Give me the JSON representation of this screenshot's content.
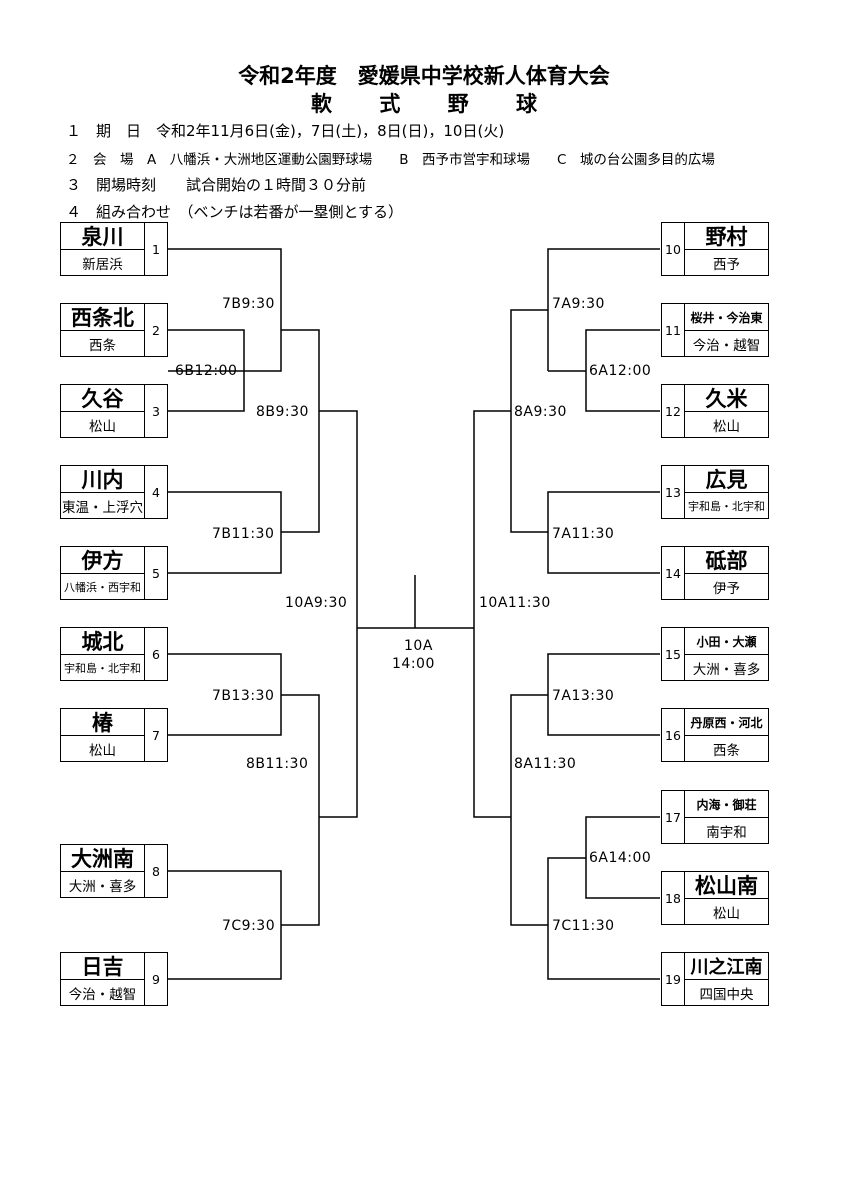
{
  "header": {
    "title": "令和2年度　愛媛県中学校新人体育大会",
    "subtitle": "軟 式 野 球"
  },
  "info": {
    "line1": "１　期　日　令和2年11月6日(金)，7日(土)，8日(日)，10日(火)",
    "line2": "２　会　場　A　八幡浜・大洲地区運動公園野球場　　B　西予市営宇和球場　　C　城の台公園多目的広場",
    "line3": "３　開場時刻　　試合開始の１時間３０分前",
    "line4": "４　組み合わせ　（ベンチは若番が一塁側とする）"
  },
  "left_teams": [
    {
      "name": "泉川",
      "region": "新居浜",
      "no": "1"
    },
    {
      "name": "西条北",
      "region": "西条",
      "no": "2"
    },
    {
      "name": "久谷",
      "region": "松山",
      "no": "3"
    },
    {
      "name": "川内",
      "region": "東温・上浮穴",
      "no": "4"
    },
    {
      "name": "伊方",
      "region": "八幡浜・西宇和",
      "no": "5"
    },
    {
      "name": "城北",
      "region": "宇和島・北宇和",
      "no": "6"
    },
    {
      "name": "椿",
      "region": "松山",
      "no": "7"
    },
    {
      "name": "大洲南",
      "region": "大洲・喜多",
      "no": "8"
    },
    {
      "name": "日吉",
      "region": "今治・越智",
      "no": "9"
    }
  ],
  "right_teams": [
    {
      "name": "野村",
      "region": "西予",
      "no": "10"
    },
    {
      "name": "桜井・今治東",
      "region": "今治・越智",
      "no": "11"
    },
    {
      "name": "久米",
      "region": "松山",
      "no": "12"
    },
    {
      "name": "広見",
      "region": "宇和島・北宇和",
      "no": "13"
    },
    {
      "name": "砥部",
      "region": "伊予",
      "no": "14"
    },
    {
      "name": "小田・大瀬",
      "region": "大洲・喜多",
      "no": "15"
    },
    {
      "name": "丹原西・河北",
      "region": "西条",
      "no": "16"
    },
    {
      "name": "内海・御荘",
      "region": "南宇和",
      "no": "17"
    },
    {
      "name": "松山南",
      "region": "松山",
      "no": "18"
    },
    {
      "name": "川之江南",
      "region": "四国中央",
      "no": "19"
    }
  ],
  "matches": {
    "l_7b9": "7B9:30",
    "l_6b12": "6B12:00",
    "l_8b930": "8B9:30",
    "l_7b11": "7B11:30",
    "l_10a9": "10A9:30",
    "l_7b13": "7B13:30",
    "l_8b11": "8B11:30",
    "l_7c9": "7C9:30",
    "r_7a9": "7A9:30",
    "r_6a12": "6A12:00",
    "r_8a9": "8A9:30",
    "r_7a11": "7A11:30",
    "r_10a11": "10A11:30",
    "r_7a13": "7A13:30",
    "r_8a11": "8A11:30",
    "r_6a14": "6A14:00",
    "r_7c11": "7C11:30",
    "final_1": "10A",
    "final_2": "14:00"
  }
}
